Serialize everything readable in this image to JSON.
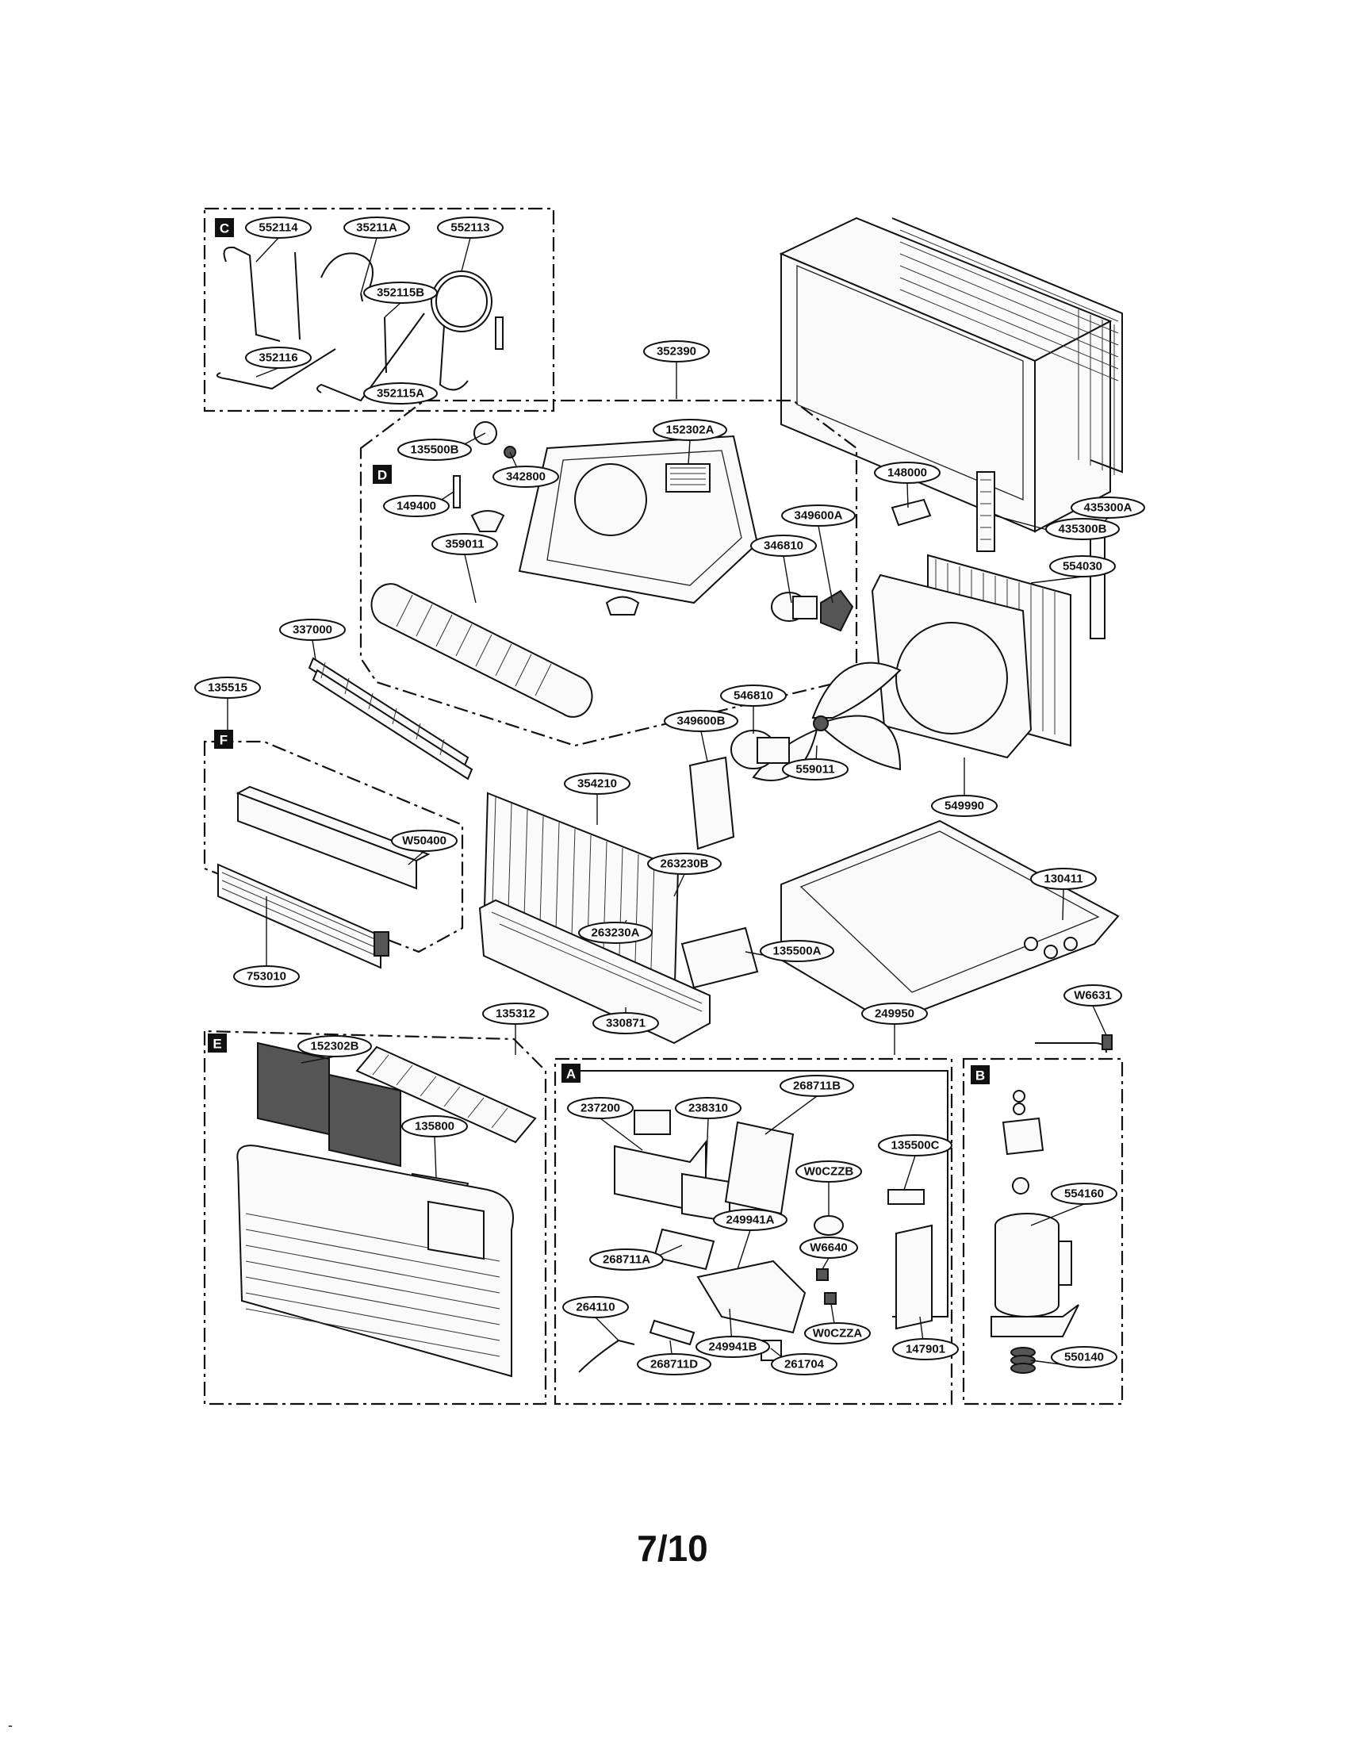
{
  "page": {
    "number": "7/10",
    "corner_mark": "-"
  },
  "sections": [
    {
      "id": "C",
      "label": "C"
    },
    {
      "id": "D",
      "label": "D"
    },
    {
      "id": "F",
      "label": "F"
    },
    {
      "id": "E",
      "label": "E"
    },
    {
      "id": "A",
      "label": "A"
    },
    {
      "id": "B",
      "label": "B"
    }
  ],
  "callouts": [
    {
      "id": "552114",
      "label": "552114"
    },
    {
      "id": "35211A",
      "label": "35211A"
    },
    {
      "id": "552113",
      "label": "552113"
    },
    {
      "id": "352115B",
      "label": "352115B"
    },
    {
      "id": "352116",
      "label": "352116"
    },
    {
      "id": "352115A",
      "label": "352115A"
    },
    {
      "id": "352390",
      "label": "352390"
    },
    {
      "id": "152302A",
      "label": "152302A"
    },
    {
      "id": "135500B",
      "label": "135500B"
    },
    {
      "id": "342800",
      "label": "342800"
    },
    {
      "id": "149400",
      "label": "149400"
    },
    {
      "id": "359011",
      "label": "359011"
    },
    {
      "id": "349600A",
      "label": "349600A"
    },
    {
      "id": "346810",
      "label": "346810"
    },
    {
      "id": "148000",
      "label": "148000"
    },
    {
      "id": "435300A",
      "label": "435300A"
    },
    {
      "id": "435300B",
      "label": "435300B"
    },
    {
      "id": "554030",
      "label": "554030"
    },
    {
      "id": "337000",
      "label": "337000"
    },
    {
      "id": "135515",
      "label": "135515"
    },
    {
      "id": "546810",
      "label": "546810"
    },
    {
      "id": "349600B",
      "label": "349600B"
    },
    {
      "id": "559011",
      "label": "559011"
    },
    {
      "id": "549990",
      "label": "549990"
    },
    {
      "id": "354210",
      "label": "354210"
    },
    {
      "id": "W50400",
      "label": "W50400"
    },
    {
      "id": "263230B",
      "label": "263230B"
    },
    {
      "id": "130411",
      "label": "130411"
    },
    {
      "id": "263230A",
      "label": "263230A"
    },
    {
      "id": "135500A",
      "label": "135500A"
    },
    {
      "id": "753010",
      "label": "753010"
    },
    {
      "id": "330871",
      "label": "330871"
    },
    {
      "id": "W6631",
      "label": "W6631"
    },
    {
      "id": "135312",
      "label": "135312"
    },
    {
      "id": "249950",
      "label": "249950"
    },
    {
      "id": "152302B",
      "label": "152302B"
    },
    {
      "id": "268711B",
      "label": "268711B"
    },
    {
      "id": "237200",
      "label": "237200"
    },
    {
      "id": "238310",
      "label": "238310"
    },
    {
      "id": "135800",
      "label": "135800"
    },
    {
      "id": "135500C",
      "label": "135500C"
    },
    {
      "id": "W0CZZB",
      "label": "W0CZZB"
    },
    {
      "id": "554160",
      "label": "554160"
    },
    {
      "id": "249941A",
      "label": "249941A"
    },
    {
      "id": "W6640",
      "label": "W6640"
    },
    {
      "id": "268711A",
      "label": "268711A"
    },
    {
      "id": "264110",
      "label": "264110"
    },
    {
      "id": "W0CZZA",
      "label": "W0CZZA"
    },
    {
      "id": "249941B",
      "label": "249941B"
    },
    {
      "id": "147901",
      "label": "147901"
    },
    {
      "id": "550140",
      "label": "550140"
    },
    {
      "id": "268711D",
      "label": "268711D"
    },
    {
      "id": "261704",
      "label": "261704"
    }
  ]
}
